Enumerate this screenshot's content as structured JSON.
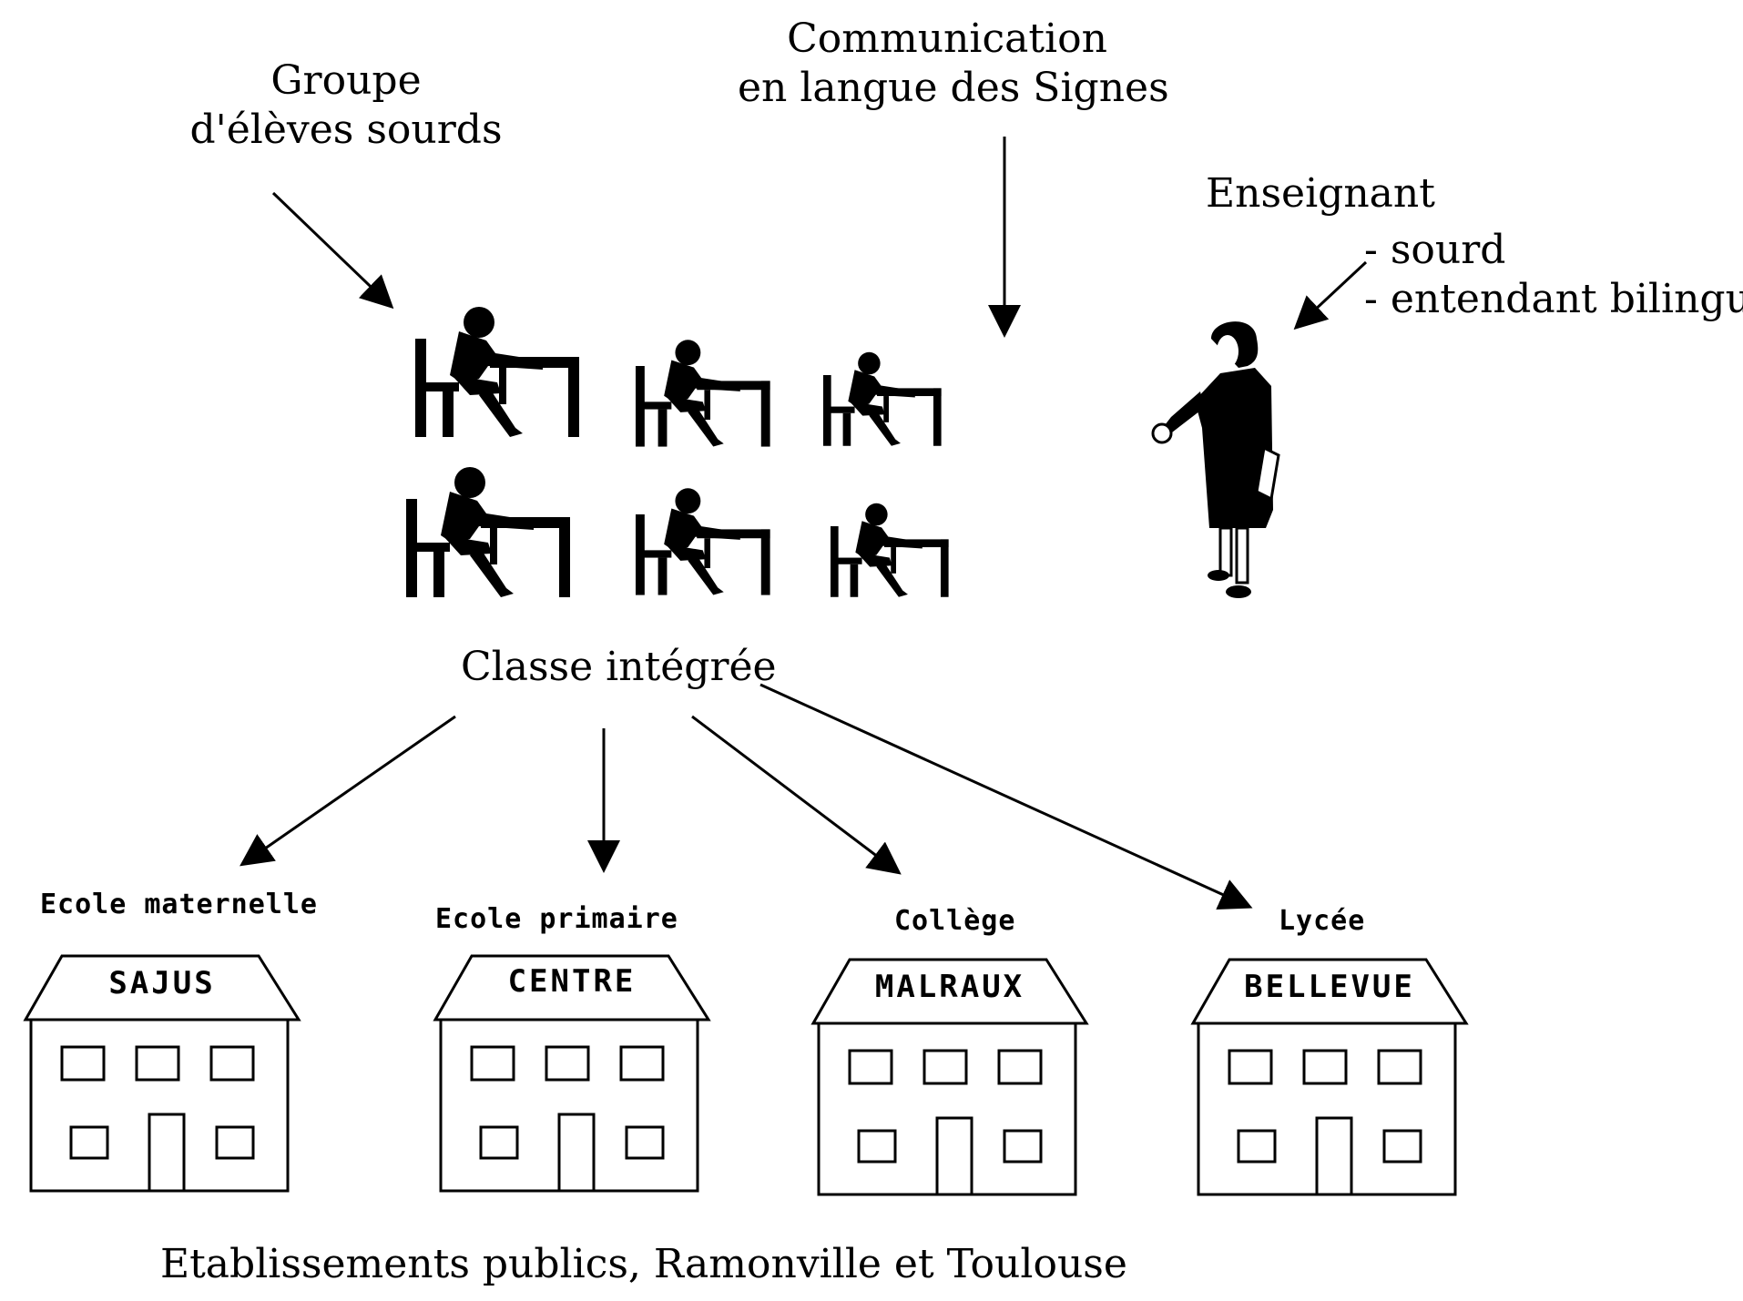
{
  "labels": {
    "group": [
      "Groupe",
      "d'élèves sourds"
    ],
    "communication": [
      "Communication",
      "en langue des Signes"
    ],
    "teacher_title": "Enseignant",
    "teacher_items": [
      "- sourd",
      "- entendant bilingue"
    ],
    "classe": "Classe intégrée",
    "footer": "Etablissements publics, Ramonville et Toulouse"
  },
  "schools": [
    {
      "type": "Ecole maternelle",
      "name": "SAJUS"
    },
    {
      "type": "Ecole primaire",
      "name": "CENTRE"
    },
    {
      "type": "Collège",
      "name": "MALRAUX"
    },
    {
      "type": "Lycée",
      "name": "BELLEVUE"
    }
  ],
  "icons": [
    "student-at-desk-icon",
    "teacher-icon",
    "school-building-icon",
    "arrow-icon"
  ]
}
